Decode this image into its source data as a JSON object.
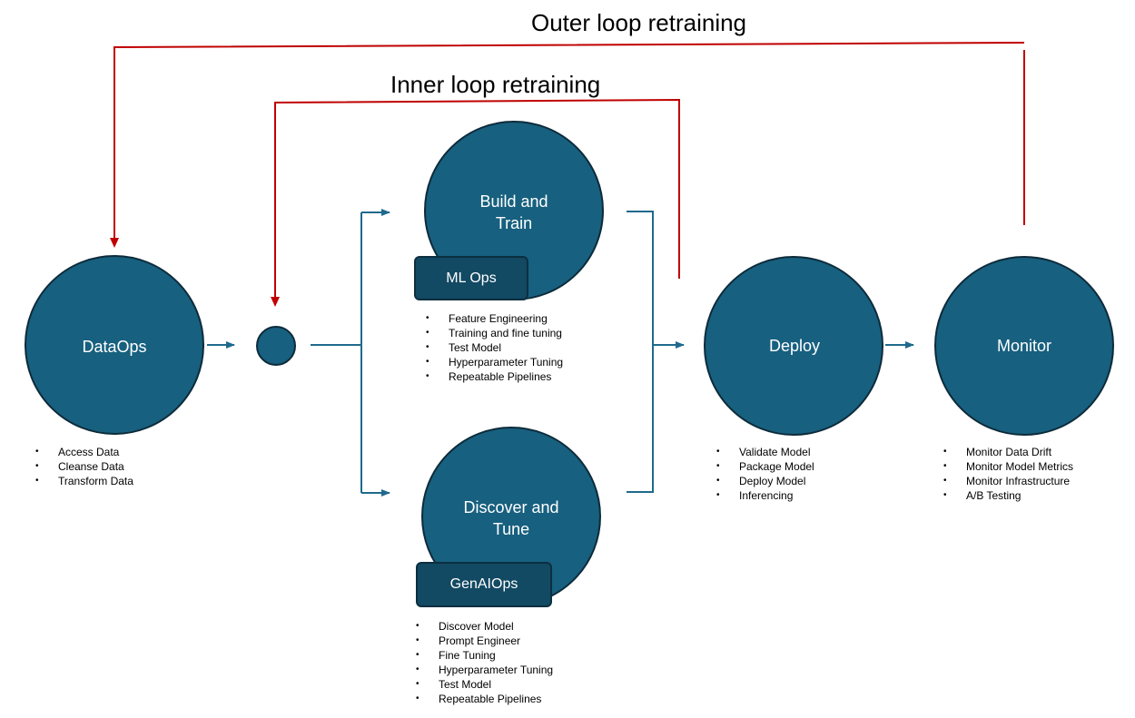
{
  "loops": {
    "outer_label": "Outer loop retraining",
    "inner_label": "Inner loop retraining",
    "loop_color": "#c00000"
  },
  "colors": {
    "node_fill": "#17607f",
    "node_stroke": "#0d2b3a",
    "ops_fill": "#124963",
    "flow_arrow": "#1f6a8c"
  },
  "nodes": {
    "dataops": {
      "label": "DataOps",
      "items": [
        "Access Data",
        "Cleanse Data",
        "Transform Data"
      ]
    },
    "build": {
      "label_line1": "Build and",
      "label_line2": "Train",
      "ops": "ML Ops",
      "items": [
        "Feature Engineering",
        "Training and fine tuning",
        "Test Model",
        "Hyperparameter Tuning",
        "Repeatable Pipelines"
      ]
    },
    "discover": {
      "label_line1": "Discover and",
      "label_line2": "Tune",
      "ops": "GenAIOps",
      "items": [
        "Discover Model",
        "Prompt Engineer",
        "Fine Tuning",
        "Hyperparameter Tuning",
        "Test Model",
        "Repeatable Pipelines"
      ]
    },
    "deploy": {
      "label": "Deploy",
      "items": [
        "Validate Model",
        "Package Model",
        "Deploy Model",
        "Inferencing"
      ]
    },
    "monitor": {
      "label": "Monitor",
      "items": [
        "Monitor Data Drift",
        "Monitor Model Metrics",
        "Monitor Infrastructure",
        "A/B Testing"
      ]
    }
  }
}
